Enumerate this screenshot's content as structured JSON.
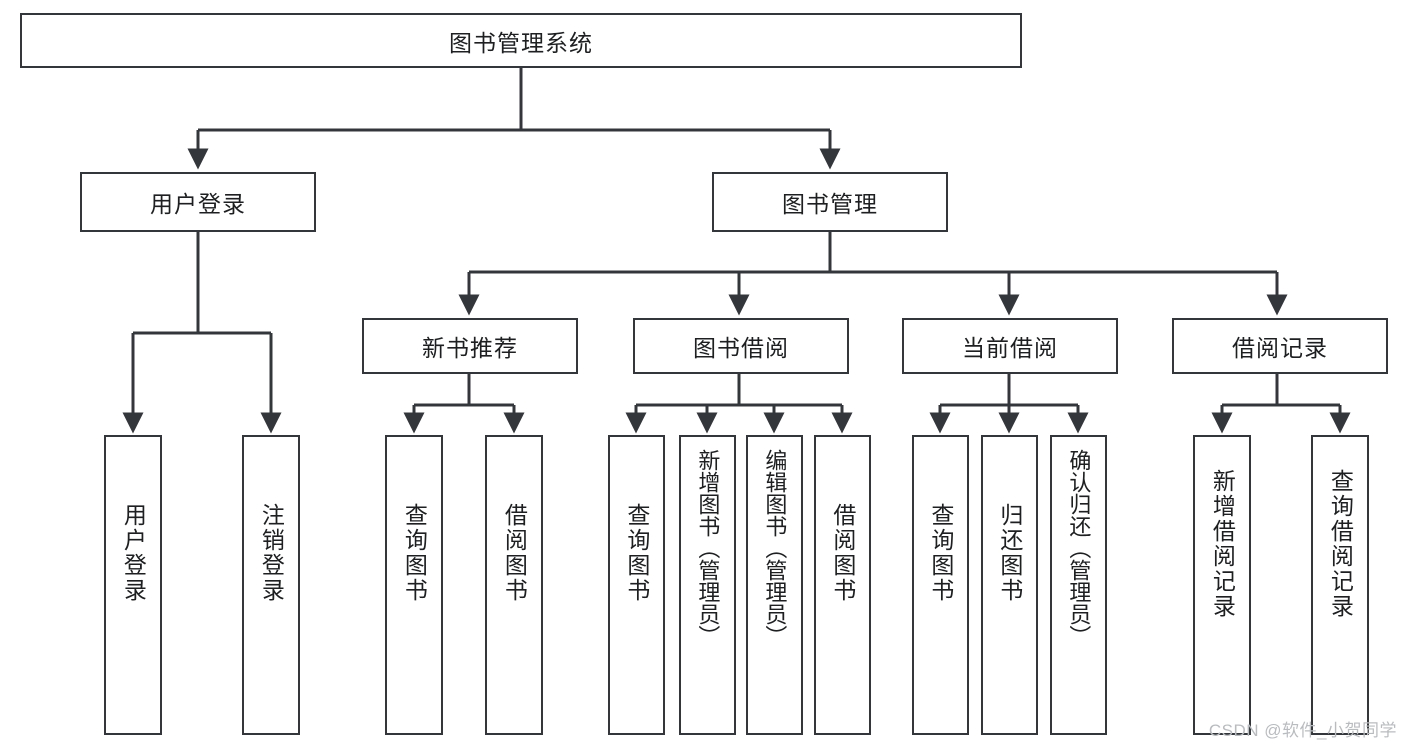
{
  "diagram": {
    "title": "图书管理系统",
    "type": "tree",
    "style": {
      "box_border_color": "#33373b",
      "box_fill_color": "#ffffff",
      "edge_color": "#33373b",
      "text_color": "#1d1f21",
      "background": "#ffffff"
    },
    "nodes": {
      "root": {
        "label": "图书管理系统",
        "level": 1,
        "orientation": "horizontal"
      },
      "level2": [
        {
          "id": "user-login",
          "label": "用户登录",
          "orientation": "horizontal"
        },
        {
          "id": "book-manage",
          "label": "图书管理",
          "orientation": "horizontal"
        }
      ],
      "level3": [
        {
          "id": "new-book-recommend",
          "label": "新书推荐",
          "orientation": "horizontal",
          "parent": "book-manage"
        },
        {
          "id": "book-borrow",
          "label": "图书借阅",
          "orientation": "horizontal",
          "parent": "book-manage"
        },
        {
          "id": "current-borrow",
          "label": "当前借阅",
          "orientation": "horizontal",
          "parent": "book-manage"
        },
        {
          "id": "borrow-record",
          "label": "借阅记录",
          "orientation": "horizontal",
          "parent": "book-manage"
        }
      ],
      "leaves": [
        {
          "id": "leaf-user-login",
          "label": "用户登录",
          "parent": "user-login",
          "orientation": "vertical"
        },
        {
          "id": "leaf-logout-login",
          "label": "注销登录",
          "parent": "user-login",
          "orientation": "vertical"
        },
        {
          "id": "leaf-query-book-1",
          "label": "查询图书",
          "parent": "new-book-recommend",
          "orientation": "vertical"
        },
        {
          "id": "leaf-borrow-book-1",
          "label": "借阅图书",
          "parent": "new-book-recommend",
          "orientation": "vertical"
        },
        {
          "id": "leaf-query-book-2",
          "label": "查询图书",
          "parent": "book-borrow",
          "orientation": "vertical"
        },
        {
          "id": "leaf-add-book",
          "label": "新增图书（管理员）",
          "parent": "book-borrow",
          "orientation": "vertical"
        },
        {
          "id": "leaf-edit-book",
          "label": "编辑图书（管理员）",
          "parent": "book-borrow",
          "orientation": "vertical"
        },
        {
          "id": "leaf-borrow-book-2",
          "label": "借阅图书",
          "parent": "book-borrow",
          "orientation": "vertical"
        },
        {
          "id": "leaf-query-book-3",
          "label": "查询图书",
          "parent": "current-borrow",
          "orientation": "vertical"
        },
        {
          "id": "leaf-return-book",
          "label": "归还图书",
          "parent": "current-borrow",
          "orientation": "vertical"
        },
        {
          "id": "leaf-confirm-return",
          "label": "确认归还（管理员）",
          "parent": "current-borrow",
          "orientation": "vertical"
        },
        {
          "id": "leaf-add-record",
          "label": "新增借阅记录",
          "parent": "borrow-record",
          "orientation": "vertical"
        },
        {
          "id": "leaf-query-record",
          "label": "查询借阅记录",
          "parent": "borrow-record",
          "orientation": "vertical"
        }
      ]
    }
  },
  "watermark": {
    "text": "CSDN @软件_小贺同学"
  }
}
